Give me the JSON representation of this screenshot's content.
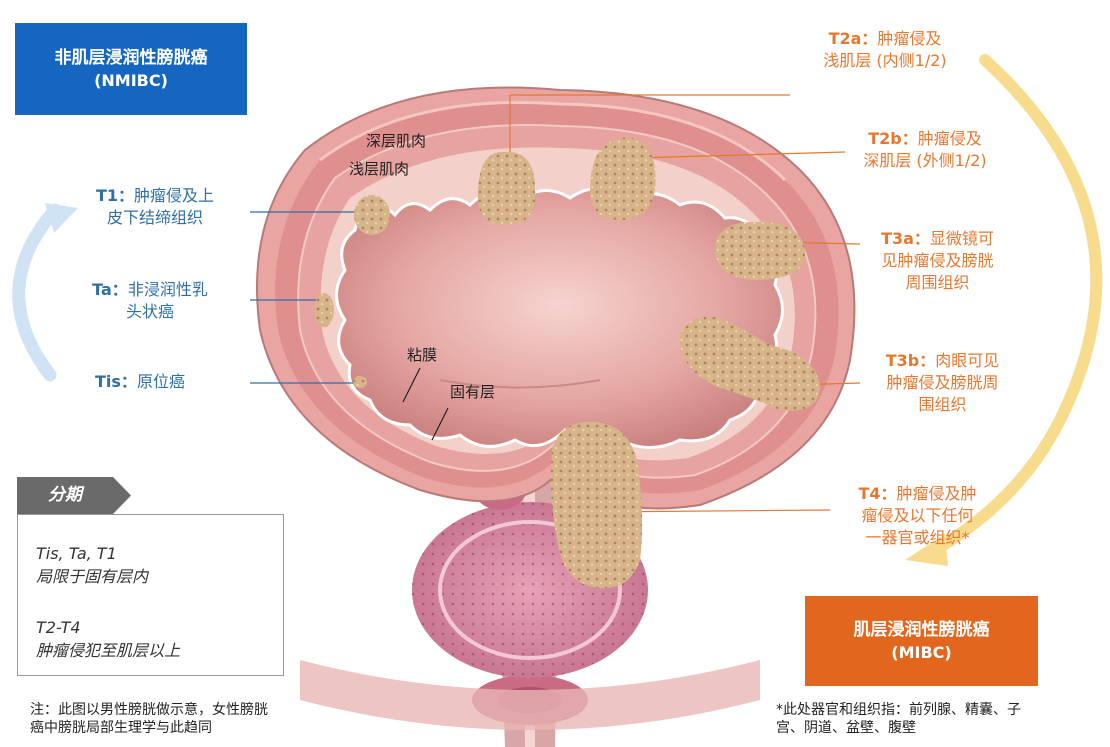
{
  "colors": {
    "nmibc_box": "#1566c0",
    "mibc_box": "#e3661e",
    "blue_text": "#2e6fa7",
    "orange_text": "#e8772e",
    "left_arrow": "#cfe3f4",
    "right_arrow": "#f7dc8e"
  },
  "nmibc": {
    "title": "非肌层浸润性膀胱癌",
    "abbr": "(NMIBC)"
  },
  "mibc": {
    "title": "肌层浸润性膀胱癌",
    "abbr": "(MIBC)"
  },
  "left_labels": {
    "t1": {
      "code": "T1：",
      "line1": "肿瘤侵及上",
      "line2": "皮下结缔组织"
    },
    "ta": {
      "code": "Ta：",
      "line1": "非浸润性乳",
      "line2": "头状癌"
    },
    "tis": {
      "code": "Tis：",
      "line1": "原位癌"
    }
  },
  "right_labels": {
    "t2a": {
      "code": "T2a：",
      "line1": "肿瘤侵及",
      "line2": "浅肌层 (内侧1/2)"
    },
    "t2b": {
      "code": "T2b：",
      "line1": "肿瘤侵及",
      "line2": "深肌层 (外侧1/2)"
    },
    "t3a": {
      "code": "T3a：",
      "line1": "显微镜可",
      "line2": "见肿瘤侵及膀胱",
      "line3": "周围组织"
    },
    "t3b": {
      "code": "T3b：",
      "line1": "肉眼可见",
      "line2": "肿瘤侵及膀胱周",
      "line3": "围组织"
    },
    "t4": {
      "code": "T4：",
      "line1": "肿瘤侵及肿",
      "line2": "瘤侵及以下任何",
      "line3": "一器官或组织*"
    }
  },
  "anatomy": {
    "deep_muscle": "深层肌肉",
    "superficial_muscle": "浅层肌肉",
    "mucosa": "粘膜",
    "lamina_propria": "固有层"
  },
  "staging": {
    "header": "分期",
    "g1_stages": "Tis, Ta, T1",
    "g1_desc": "局限于固有层内",
    "g2_stages": "T2-T4",
    "g2_desc": "肿瘤侵犯至肌层以上"
  },
  "notes": {
    "left_line1": "注：此图以男性膀胱做示意，女性膀胱",
    "left_line2": "癌中膀胱局部生理学与此趋同",
    "right_line1": "*此处器官和组织指：前列腺、精囊、子",
    "right_line2": "宫、阴道、盆壁、腹壁"
  }
}
